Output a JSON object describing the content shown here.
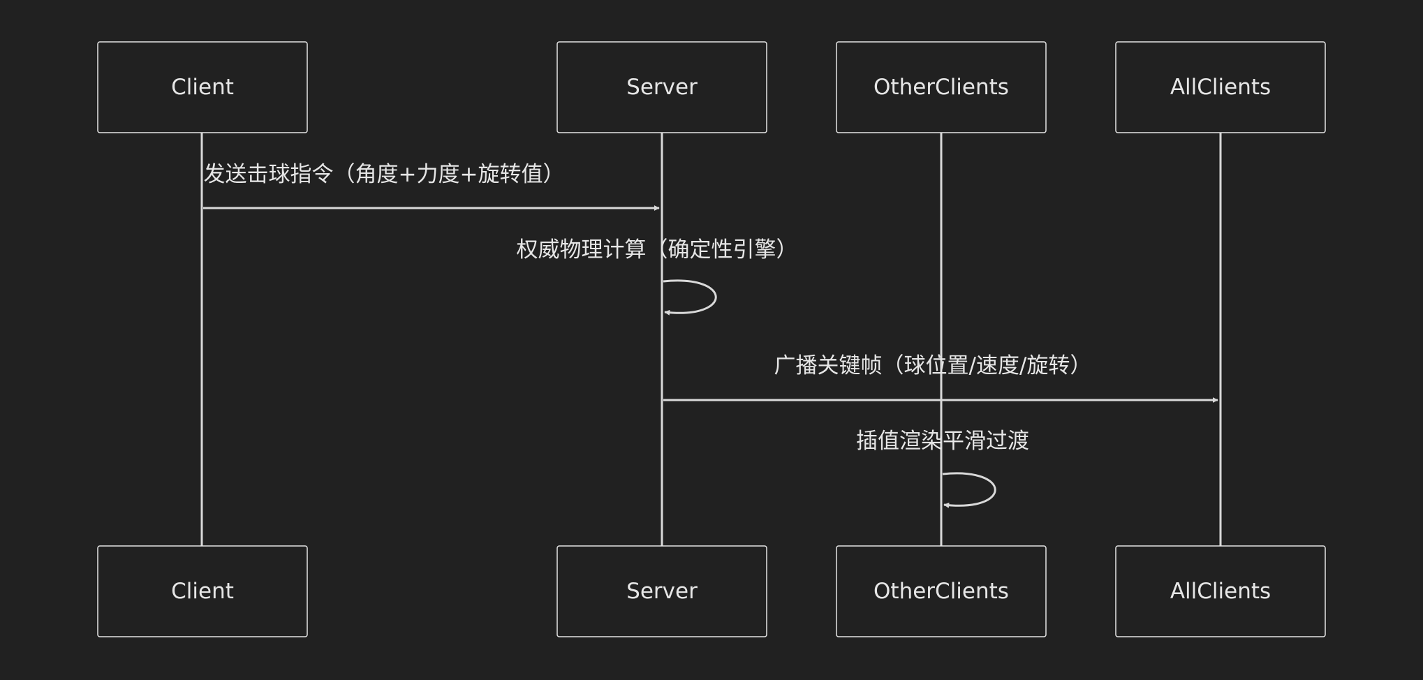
{
  "diagram": {
    "participants": [
      {
        "id": "client",
        "label": "Client"
      },
      {
        "id": "server",
        "label": "Server"
      },
      {
        "id": "other",
        "label": "OtherClients"
      },
      {
        "id": "all",
        "label": "AllClients"
      }
    ],
    "messages": [
      {
        "from": "client",
        "to": "server",
        "label": "发送击球指令（角度+力度+旋转值）"
      },
      {
        "from": "server",
        "to": "server",
        "label": "权威物理计算（确定性引擎）"
      },
      {
        "from": "server",
        "to": "all",
        "label": "广播关键帧（球位置/速度/旋转）"
      },
      {
        "from": "other",
        "to": "other",
        "label": "插值渲染平滑过渡"
      }
    ]
  }
}
